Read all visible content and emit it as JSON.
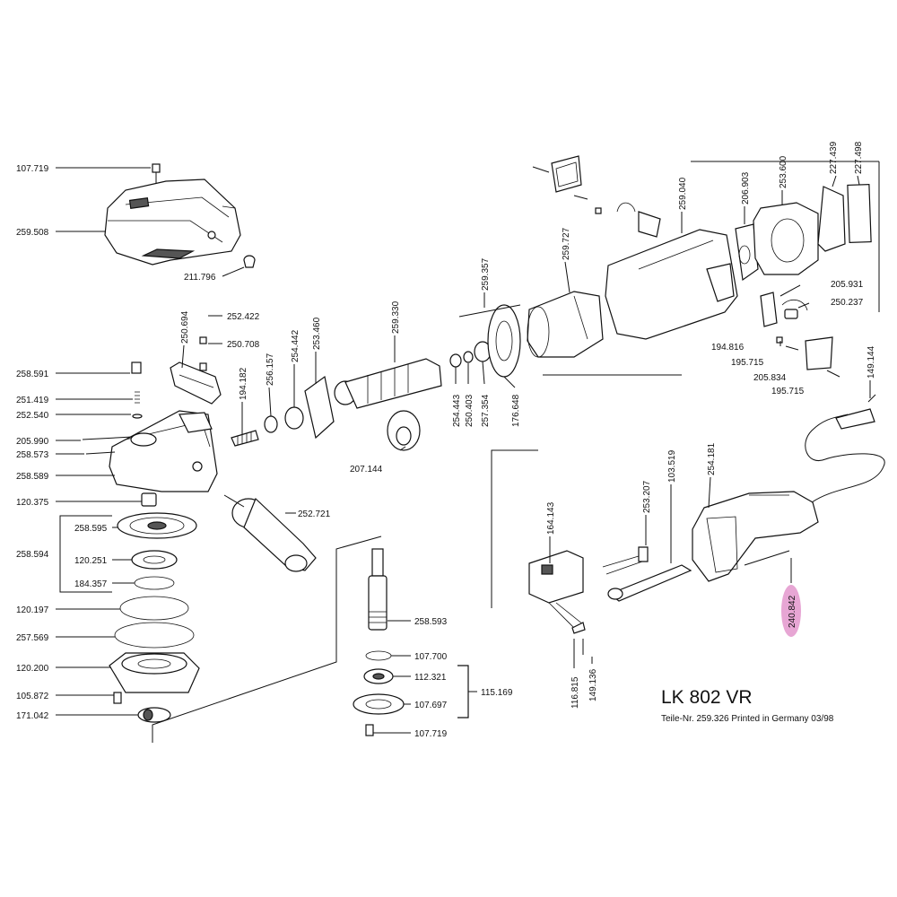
{
  "title": "LK 802 VR",
  "subtitle": "Teile-Nr. 259.326 Printed in Germany 03/98",
  "highlight_color": "#e7a6d4",
  "labels_left": [
    "107.719",
    "259.508",
    "211.796",
    "258.591",
    "251.419",
    "252.540",
    "205.990",
    "258.573",
    "258.589",
    "120.375",
    "258.595",
    "258.594",
    "120.251",
    "184.357",
    "120.197",
    "257.569",
    "120.200",
    "105.872",
    "171.042"
  ],
  "labels_center": [
    "252.422",
    "250.708",
    "258.593",
    "107.700",
    "112.321",
    "107.697",
    "115.169",
    "107.719",
    "207.144",
    "252.721"
  ],
  "labels_right_h": [
    "205.931",
    "250.237",
    "194.816",
    "195.715",
    "205.834",
    "195.715"
  ],
  "labels_vertical": [
    "250.694",
    "194.182",
    "256.157",
    "254.442",
    "253.460",
    "259.330",
    "259.357",
    "259.727",
    "254.443",
    "250.403",
    "257.354",
    "176.648",
    "259.040",
    "206.903",
    "253.600",
    "227.439",
    "227.498",
    "149.144",
    "164.143",
    "253.207",
    "103.519",
    "254.181",
    "240.842",
    "116.815",
    "149.136"
  ]
}
